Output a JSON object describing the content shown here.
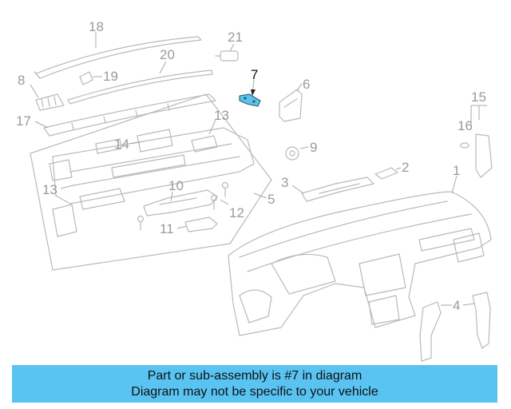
{
  "diagram": {
    "callouts": {
      "c1": "1",
      "c2": "2",
      "c3": "3",
      "c4": "4",
      "c5": "5",
      "c6": "6",
      "c7": "7",
      "c8": "8",
      "c9": "9",
      "c10": "10",
      "c11": "11",
      "c12": "12",
      "c13a": "13",
      "c13b": "13",
      "c14": "14",
      "c15": "15",
      "c16": "16",
      "c17": "17",
      "c18": "18",
      "c19": "19",
      "c20": "20",
      "c21": "21"
    },
    "highlighted_part": "7",
    "colors": {
      "highlight_fill": "#5fc3e8",
      "line": "#b9b9b9",
      "callout_text": "#9a9a9a"
    }
  },
  "banner": {
    "line1": "Part or sub-assembly is #7 in diagram",
    "line2": "Diagram may not be specific to your vehicle",
    "background": "#59c3f2"
  }
}
